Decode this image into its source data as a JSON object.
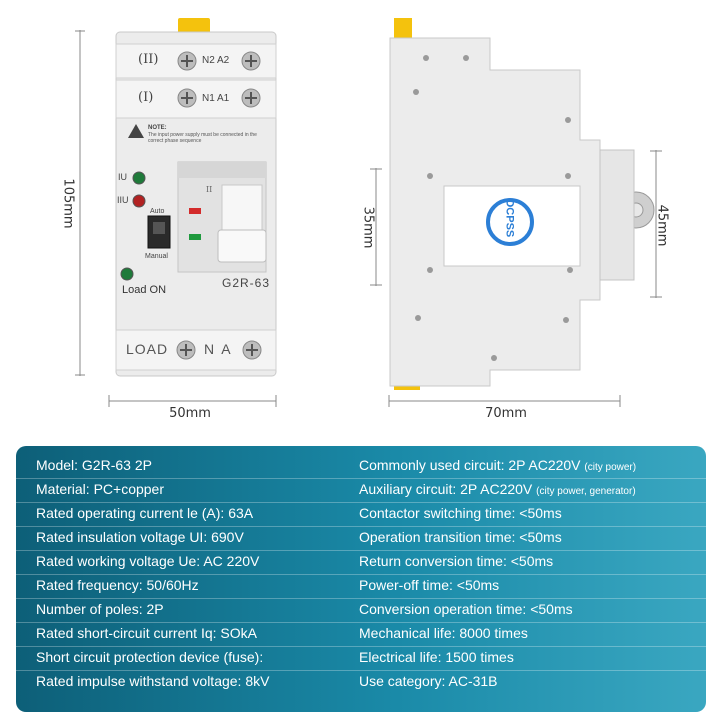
{
  "front": {
    "label_ii": "(II)",
    "label_n2a2": "N2 A2",
    "label_i": "(I)",
    "label_n1a1": "N1 A1",
    "note_title": "NOTE:",
    "note_text": "The input power supply must be connected in the correct phase sequence",
    "label_iu": "IU",
    "label_iiu": "IIU",
    "label_auto": "Auto",
    "label_manual": "Manual",
    "label_load_on": "Load ON",
    "model": "G2R-63",
    "load": "LOAD",
    "na": "N A",
    "handle_mark": "II"
  },
  "side": {
    "logo": "OCPSS"
  },
  "dimensions": {
    "height": "105mm",
    "front_width": "50mm",
    "side_width": "70mm",
    "side_35": "35mm",
    "side_45": "45mm"
  },
  "specs": {
    "left": [
      "Model: G2R-63 2P",
      "Material: PC+copper",
      "Rated operating current le (A): 63A",
      "Rated insulation voltage UI: 690V",
      "Rated working voltage Ue: AC 220V",
      "Rated frequency: 50/60Hz",
      "Number of poles: 2P",
      "Rated short-circuit current Iq: SOkA",
      "Short circuit protection device (fuse):",
      "Rated impulse withstand voltage: 8kV"
    ],
    "right": [
      {
        "text": "Commonly used circuit: 2P AC220V",
        "note": "(city power)"
      },
      {
        "text": "Auxiliary circuit: 2P AC220V",
        "note": "(city power, generator)"
      },
      {
        "text": "Contactor switching time: <50ms",
        "note": ""
      },
      {
        "text": "Operation transition time: <50ms",
        "note": ""
      },
      {
        "text": "Return conversion time: <50ms",
        "note": ""
      },
      {
        "text": "Power-off time: <50ms",
        "note": ""
      },
      {
        "text": "Conversion operation time: <50ms",
        "note": ""
      },
      {
        "text": "Mechanical life: 8000 times",
        "note": ""
      },
      {
        "text": "Electrical life: 1500 times",
        "note": ""
      },
      {
        "text": "Use category: AC-31B",
        "note": ""
      }
    ]
  },
  "colors": {
    "device": "#ededed",
    "accent_yellow": "#f4c20d",
    "panel_teal": "#156f8a",
    "logo_blue": "#2c7fd6"
  }
}
